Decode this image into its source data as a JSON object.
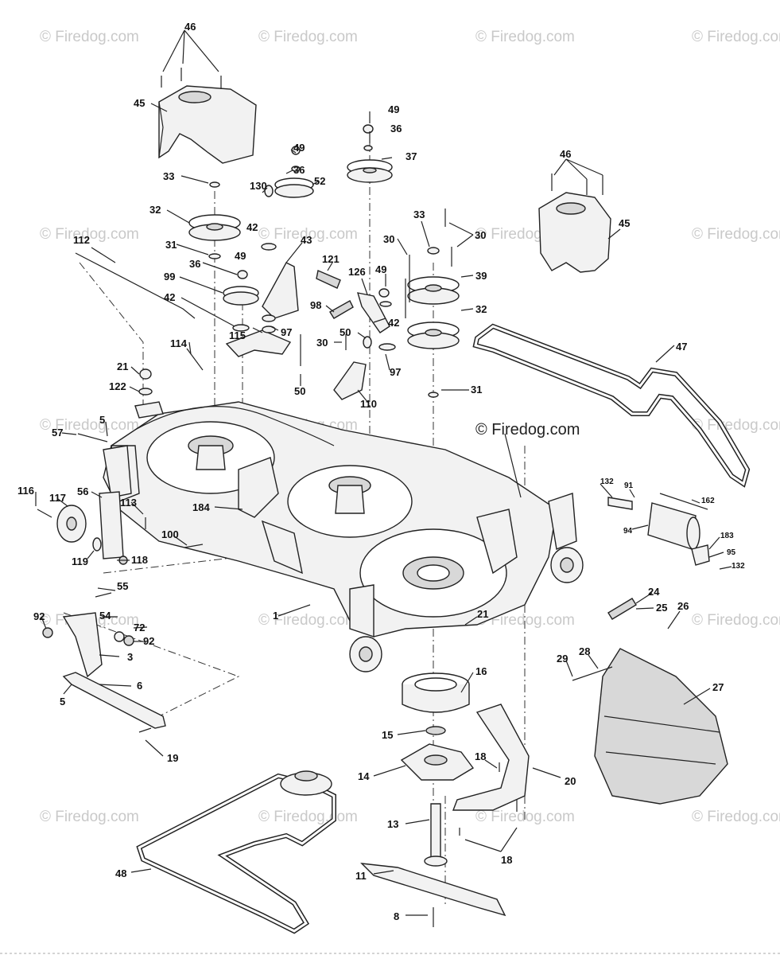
{
  "watermarks": {
    "text": "© Firedog.com",
    "featured": "© Firedog.com"
  },
  "callouts": {
    "c46a": "46",
    "c45a": "45",
    "c33a": "33",
    "c32a": "32",
    "c31a": "31",
    "c36a": "36",
    "c99": "99",
    "c42a": "42",
    "c112": "112",
    "c42b": "42",
    "c114": "114",
    "c21a": "21",
    "c122": "122",
    "c5a": "5",
    "c57": "57",
    "c116": "116",
    "c117": "117",
    "c56": "56",
    "c113": "113",
    "c100": "100",
    "c119": "119",
    "c118": "118",
    "c184": "184",
    "c55": "55",
    "c92a": "92",
    "c54": "54",
    "c72": "72",
    "c92b": "92",
    "c3": "3",
    "c6": "6",
    "c5b": "5",
    "c19": "19",
    "c1": "1",
    "c130": "130",
    "c49a": "49",
    "c36b": "36",
    "c52": "52",
    "c43": "43",
    "c121": "121",
    "c98": "98",
    "c97a": "97",
    "c115": "115",
    "c50a": "50",
    "c49b": "49",
    "c36c": "36",
    "c37": "37",
    "c33b": "33",
    "c30a": "30",
    "c30b": "30",
    "c126": "126",
    "c49c": "49",
    "c39": "39",
    "c42c": "42",
    "c32b": "32",
    "c30c": "30",
    "c50b": "50",
    "c97b": "97",
    "c31b": "31",
    "c110": "110",
    "c49d": "49",
    "c46b": "46",
    "c45b": "45",
    "c47": "47",
    "c132a": "132",
    "c91": "91",
    "c162": "162",
    "c94": "94",
    "c183": "183",
    "c95": "95",
    "c132b": "132",
    "c24": "24",
    "c25": "25",
    "c26": "26",
    "c28": "28",
    "c29": "29",
    "c27": "27",
    "c21b": "21",
    "c16": "16",
    "c15": "15",
    "c14": "14",
    "c18a": "18",
    "c20": "20",
    "c13": "13",
    "c18b": "18",
    "c11": "11",
    "c8": "8",
    "c48": "48"
  }
}
